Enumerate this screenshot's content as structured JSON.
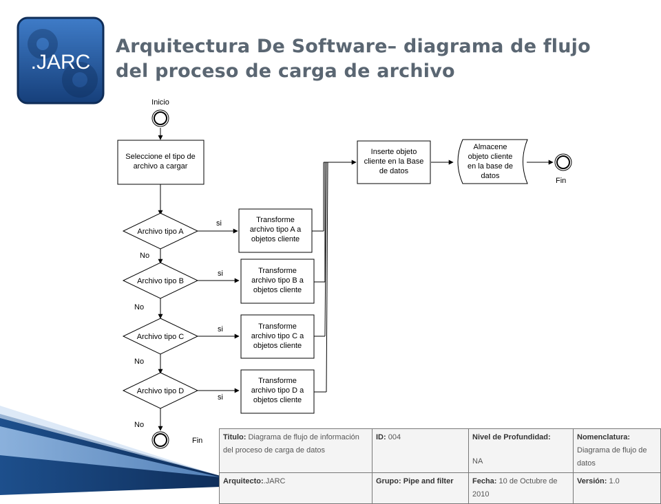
{
  "logo": {
    "text": ".JARC",
    "icon": "gear-icon"
  },
  "title": {
    "line1": "Arquitectura De Software– diagrama de flujo",
    "line2": "del proceso de carga de archivo"
  },
  "diagram": {
    "start_label": "Inicio",
    "end_label": "Fin",
    "end_label_right": "Fin",
    "select_step": [
      "Seleccione el tipo de",
      "archivo a cargar"
    ],
    "decisions": [
      "Archivo tipo A",
      "Archivo tipo B",
      "Archivo tipo C",
      "Archivo tipo D"
    ],
    "yes_label": "si",
    "no_label": "No",
    "transform_steps": [
      [
        "Transforme",
        "archivo tipo A a",
        "objetos cliente"
      ],
      [
        "Transforme",
        "archivo tipo B a",
        "objetos cliente"
      ],
      [
        "Transforme",
        "archivo tipo C a",
        "objetos cliente"
      ],
      [
        "Transforme",
        "archivo tipo D a",
        "objetos cliente"
      ]
    ],
    "insert_step": [
      "Inserte objeto",
      "cliente en la Base",
      "de datos"
    ],
    "store_step": [
      "Almacene",
      "objeto cliente",
      "en la base de",
      "datos"
    ]
  },
  "info": {
    "titulo_label": "Titulo:",
    "titulo_value": "Diagrama de flujo de información del proceso de carga de datos",
    "id_label": "ID:",
    "id_value": "004",
    "nivel_label": "Nivel de Profundidad:",
    "nivel_value": "NA",
    "nomenclatura_label": "Nomenclatura:",
    "nomenclatura_value": "Diagrama de flujo de datos",
    "arquitecto_label": "Arquitecto:",
    "arquitecto_value": ".JARC",
    "grupo_label": "Grupo:",
    "grupo_value": "Pipe and filter",
    "fecha_label": "Fecha:",
    "fecha_value": "10 de Octubre de 2010",
    "version_label": "Versión:",
    "version_value": "1.0"
  }
}
